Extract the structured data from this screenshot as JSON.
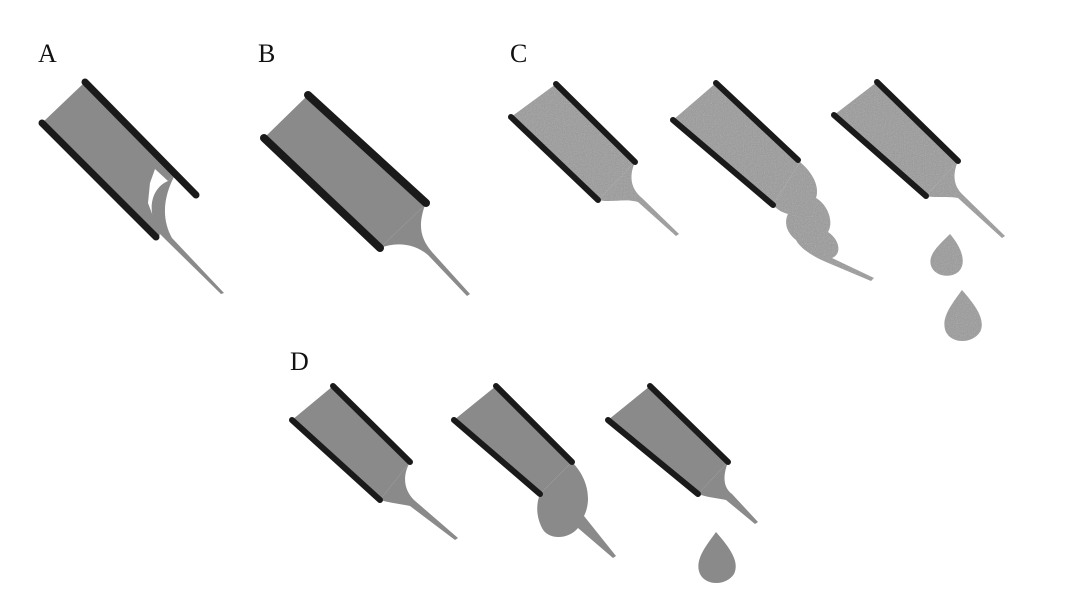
{
  "labels": {
    "a": "A",
    "b": "B",
    "c": "C",
    "d": "D"
  },
  "colors": {
    "liquid": "#8a8a8a",
    "liquid_speckled": "#9a9a9a",
    "wall": "#1a1a1a",
    "background": "#ffffff"
  }
}
